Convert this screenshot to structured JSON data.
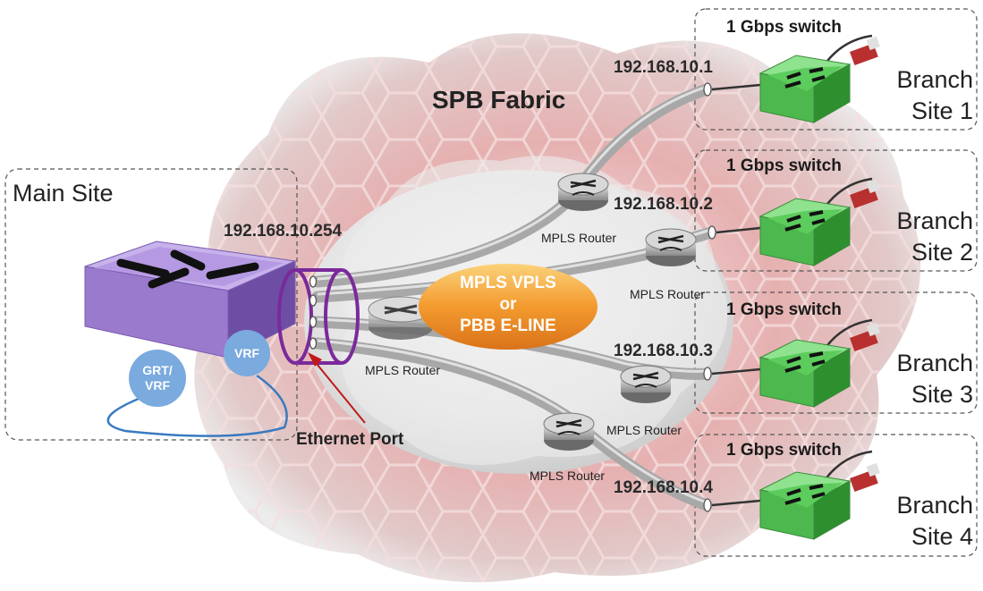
{
  "fabric": {
    "title": "SPB Fabric"
  },
  "main_site": {
    "title": "Main Site",
    "ip": "192.168.10.254",
    "grt_vrf_label": "GRT/\nVRF",
    "vrf_label": "VRF",
    "ethernet_port_label": "Ethernet Port"
  },
  "center": {
    "line1": "MPLS VPLS",
    "line2": "or",
    "line3": "PBB E-LINE"
  },
  "mpls_router_label": "MPLS Router",
  "branches": [
    {
      "switch_label": "1 Gbps switch",
      "ip": "192.168.10.1",
      "line1": "Branch",
      "line2": "Site 1"
    },
    {
      "switch_label": "1 Gbps switch",
      "ip": "192.168.10.2",
      "line1": "Branch",
      "line2": "Site 2"
    },
    {
      "switch_label": "1 Gbps switch",
      "ip": "192.168.10.3",
      "line1": "Branch",
      "line2": "Site 3"
    },
    {
      "switch_label": "1 Gbps switch",
      "ip": "192.168.10.4",
      "line1": "Branch",
      "line2": "Site 4"
    }
  ],
  "colors": {
    "cloud_outer": "#e8d6d6",
    "cloud_pink": "#e0a8a8",
    "main_switch": "#a888d6",
    "branch_switch": "#5ccc5c",
    "vrf_circle": "#7aaade",
    "port_ring": "#7a2a9a",
    "center_oval": "#f2a23a",
    "arrow_red": "#c01818"
  }
}
